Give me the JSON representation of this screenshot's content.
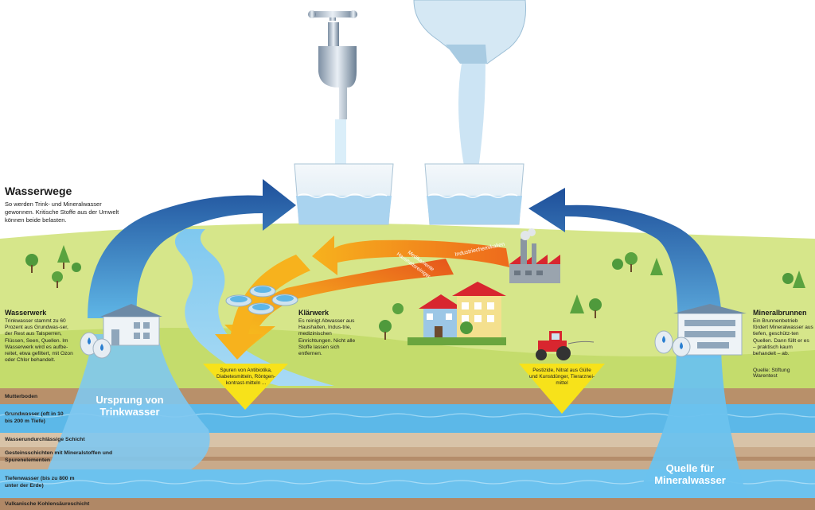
{
  "header": {
    "title": "Wasserwege",
    "subtitle": "So werden Trink- und Mineralwasser gewonnen. Kritische Stoffe aus der Umwelt können beide belasten."
  },
  "blocks": {
    "wasserwerk": {
      "heading": "Wasserwerk",
      "body": "Trinkwasser stammt zu 60 Prozent aus Grundwas-ser, der Rest aus Talsperren, Flüssen, Seen, Quellen. Im Wasserwerk wird es aufbe-reitet, etwa gefiltert, mit Ozon oder Chlor behandelt."
    },
    "klaerwerk": {
      "heading": "Klärwerk",
      "body": "Es reinigt Abwasser aus Haushalten, Indus-trie, medizinischen Einrichtungen. Nicht alle Stoffe lassen sich entfernen."
    },
    "mineralbrunnen": {
      "heading": "Mineralbrunnen",
      "body": "Ein Brunnenbetrieb fördert Mineralwasser aus tiefen, geschütz-ten Quellen. Dann füllt er es – praktisch kaum behandelt – ab."
    }
  },
  "arrow_labels": {
    "industry": "Industriechemikalien",
    "meds": "Medikamente",
    "household": "Haushaltsreiniger"
  },
  "triangles": {
    "left": "Spuren von Antibiotika, Diabetesmitteln, Röntgen-kontrast-mitteln ...",
    "right": "Pestizide, Nitrat aus Gülle und Kunstdünger, Tierarznei-mittel"
  },
  "big_labels": {
    "ursprung": "Ursprung von Trinkwasser",
    "quelle": "Quelle für Mineralwasser"
  },
  "layers": {
    "mutterboden": "Mutterboden",
    "grundwasser": "Grundwasser (oft in 10 bis 200 m Tiefe)",
    "undurchlaessig": "Wasserundurchlässige Schicht",
    "gestein": "Gesteinsschichten mit Mineralstoffen und Spurenelementen",
    "tiefenwasser": "Tiefenwasser (bis zu 800 m unter der Erde)",
    "vulkanisch": "Vulkanische Kohlensäureschicht"
  },
  "source_note": "Quelle: Stiftung Warentest",
  "colors": {
    "sky": "#ffffff",
    "grass_light": "#d8e78a",
    "grass_dark": "#b9d35a",
    "blue_arrow": "#1f5aa6",
    "orange_arrow": "#f39a1d",
    "yellow_tri": "#f7e21a",
    "water": "#4fb4e6",
    "soil": "#b8906a"
  }
}
